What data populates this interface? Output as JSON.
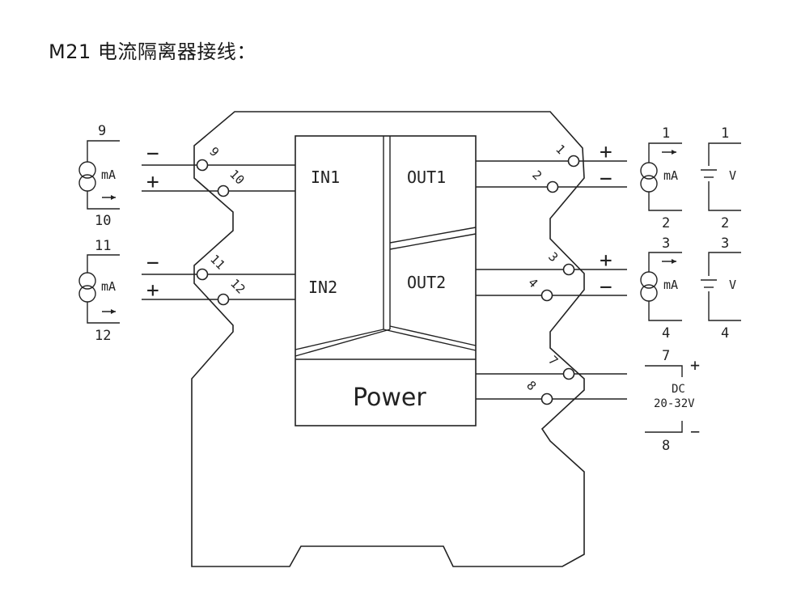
{
  "title": "M21 电流隔离器接线：",
  "module": {
    "in1": "IN1",
    "in2": "IN2",
    "out1": "OUT1",
    "out2": "OUT2",
    "power": "Power"
  },
  "terminals": [
    "9",
    "10",
    "11",
    "12",
    "1",
    "2",
    "3",
    "4",
    "7",
    "8"
  ],
  "input_side": {
    "ch1": {
      "top": "9",
      "bottom": "10",
      "unit": "mA",
      "minus": "−",
      "plus": "+"
    },
    "ch2": {
      "top": "11",
      "bottom": "12",
      "unit": "mA",
      "minus": "−",
      "plus": "+"
    }
  },
  "output_side": {
    "ch1": {
      "plus": "+",
      "minus": "−",
      "current_top": "1",
      "current_bottom": "2",
      "unit_current": "mA",
      "voltage_top": "1",
      "voltage_bottom": "2",
      "unit_voltage": "V"
    },
    "ch2": {
      "plus": "+",
      "minus": "−",
      "current_top": "3",
      "current_bottom": "4",
      "unit_current": "mA",
      "voltage_top": "3",
      "voltage_bottom": "4",
      "unit_voltage": "V"
    }
  },
  "supply": {
    "top": "7",
    "bottom": "8",
    "plus": "+",
    "minus": "−",
    "type": "DC",
    "range": "20-32V"
  }
}
